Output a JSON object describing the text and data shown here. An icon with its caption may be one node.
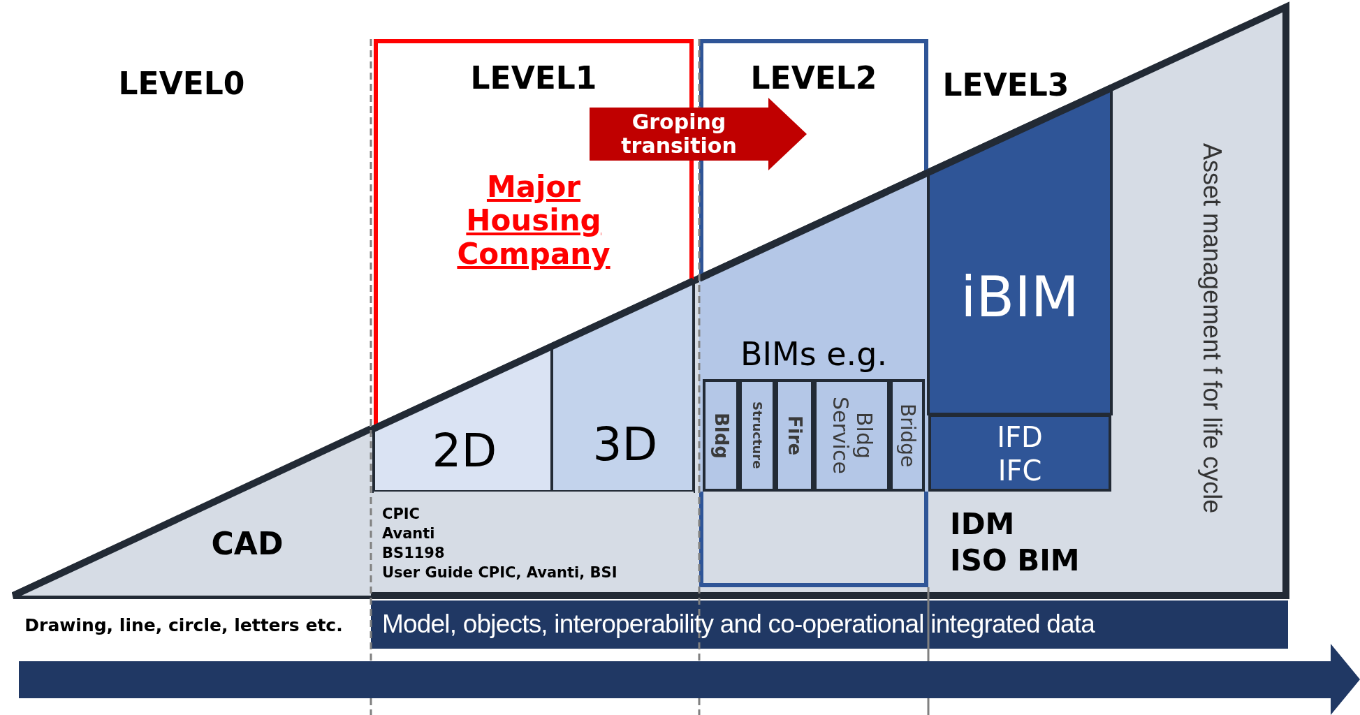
{
  "diagram": {
    "nodes": [
      {
        "text": [
          "LEVEL1",
          "Major Housing Company"
        ]
      },
      {
        "text": [
          "LEVEL2"
        ]
      },
      {
        "text": [
          "Groping transition"
        ]
      },
      {
        "text": [
          "CAD"
        ]
      },
      {
        "text": [
          "2D"
        ],
        "in": 0
      },
      {
        "text": [
          "3D"
        ],
        "in": 0
      },
      {
        "text": [
          "CPIC",
          "Avanti",
          "BS1198",
          "User Guide CPIC, Avanti, BSI"
        ],
        "in": 0
      },
      {
        "text": [
          "BIMs e.g."
        ],
        "in": 1
      },
      {
        "text": [
          "Bldg"
        ],
        "in": 7
      },
      {
        "text": [
          "Structure"
        ],
        "in": 7
      },
      {
        "text": [
          "Fire"
        ],
        "in": 7
      },
      {
        "text": [
          "Bldg Service"
        ],
        "in": 7
      },
      {
        "text": [
          "Bridge"
        ],
        "in": 7
      },
      {
        "text": [
          "iBIM"
        ]
      },
      {
        "text": [
          "IFD",
          "IFC"
        ]
      },
      {
        "text": [
          "IDM",
          "ISO BIM"
        ]
      },
      {
        "text": [
          "Asset management f for life cycle"
        ]
      },
      {
        "text": [
          "Model, objects, interoperability and co-operational integrated data"
        ]
      }
    ],
    "labels": [
      "LEVEL0",
      "LEVEL3",
      "Drawing, line, circle, letters etc."
    ]
  }
}
